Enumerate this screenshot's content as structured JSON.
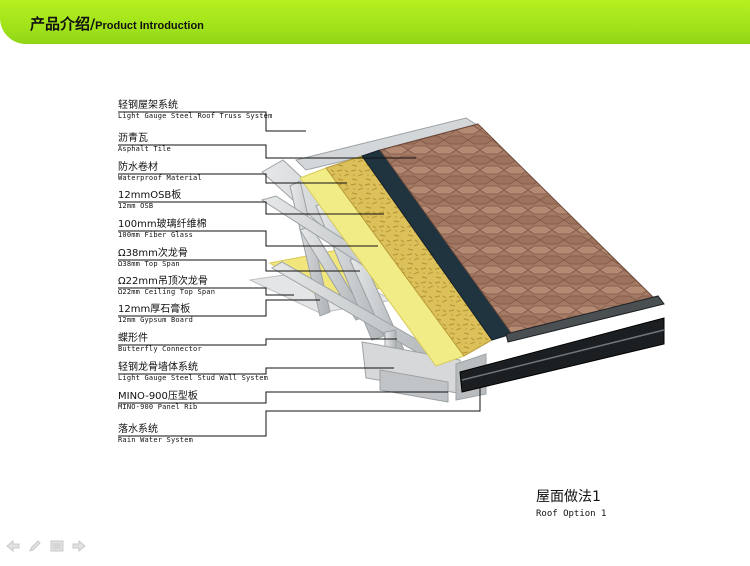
{
  "header": {
    "title_zh": "产品介绍",
    "separator": "/",
    "title_en": "Product Introduction"
  },
  "labels": [
    {
      "zh": "轻钢屋架系统",
      "en": "Light Gauge Steel Roof Truss System"
    },
    {
      "zh": "沥青瓦",
      "en": "Asphalt Tile"
    },
    {
      "zh": "防水卷材",
      "en": "Waterproof Material"
    },
    {
      "zh": "12mmOSB板",
      "en": "12mm OSB"
    },
    {
      "zh": "100mm玻璃纤维棉",
      "en": "100mm Fiber Glass"
    },
    {
      "zh": "Ω38mm次龙骨",
      "en": "Ω38mm Top Span"
    },
    {
      "zh": "Ω22mm吊顶次龙骨",
      "en": "Ω22mm Ceiling Top Span"
    },
    {
      "zh": "12mm厚石膏板",
      "en": "12mm Gypsum Board"
    },
    {
      "zh": "蝶形件",
      "en": "Butterfly Connector"
    },
    {
      "zh": "轻钢龙骨墙体系统",
      "en": "Light Gauge Steel Stud Wall System"
    },
    {
      "zh": "MINO-900压型板",
      "en": "MINO-900 Panel Rib"
    },
    {
      "zh": "落水系统",
      "en": "Rain Water System"
    }
  ],
  "caption": {
    "title_zh": "屋面做法1",
    "title_en": "Roof Option 1"
  },
  "colors": {
    "header_bg": "#9ee01a",
    "asphalt": "#a57a64",
    "waterproof": "#203440",
    "osb": "#dcc05a",
    "fiberglass": "#f2ec86",
    "steel": "#c9ccce"
  },
  "nav_icons": [
    "prev-arrow-icon",
    "pen-icon",
    "menu-icon",
    "next-arrow-icon"
  ]
}
